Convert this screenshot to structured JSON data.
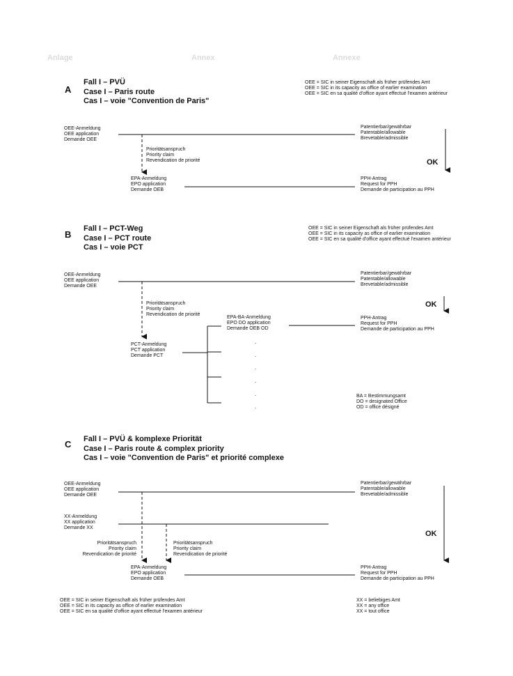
{
  "header": {
    "de": "Anlage",
    "en": "Annex",
    "fr": "Annexe"
  },
  "sectionA": {
    "letter": "A",
    "title": [
      "Fall I – PVÜ",
      "Case I – Paris route",
      "Cas I  – voie \"Convention de Paris\""
    ],
    "note": [
      "OEE = SIC in seiner Eigenschaft als früher prüfendes Amt",
      "OEE = SIC in its capacity as office of earlier examination",
      "OEE = SIC en sa qualité d'office ayant effectué l'examen antérieur"
    ],
    "oee_app": [
      "OEE-Anmeldung",
      "OEE application",
      "Demande OEE"
    ],
    "patentable": [
      "Patentierbar/gewährbar",
      "Patentable/allowable",
      "Brevetable/admissible"
    ],
    "priority": [
      "Prioritätsanspruch",
      "Priority claim",
      "Revendication de priorité"
    ],
    "epa_app": [
      "EPA-Anmeldung",
      "EPO application",
      "Demande OEB"
    ],
    "pph": [
      "PPH-Antrag",
      "Request for PPH",
      "Demande de participation au PPH"
    ],
    "ok": "OK"
  },
  "sectionB": {
    "letter": "B",
    "title": [
      "Fall I – PCT-Weg",
      "Case I – PCT route",
      "Cas I – voie PCT"
    ],
    "note": [
      "OEE = SIC in seiner Eigenschaft als früher prüfendes Amt",
      "OEE = SIC in its capacity as office of earlier examination",
      "OEE = SIC en sa qualité d'office ayant effectué l'examen antérieur"
    ],
    "oee_app": [
      "OEE-Anmeldung",
      "OEE application",
      "Demande OEE"
    ],
    "patentable": [
      "Patentierbar/gewährbar",
      "Patentable/allowable",
      "Brevetable/admissible"
    ],
    "priority": [
      "Prioritätsanspruch",
      "Priority claim",
      "Revendication de priorité"
    ],
    "epa_ba": [
      "EPA-BA-Anmeldung",
      "EPO DO application",
      "Demande OEB OD"
    ],
    "pph": [
      "PPH-Antrag",
      "Request for PPH",
      "Demande de participation au PPH"
    ],
    "pct_app": [
      "PCT-Anmeldung",
      "PCT application",
      "Demande PCT"
    ],
    "ok": "OK",
    "dots": [
      ".",
      ".",
      ".",
      ".",
      ".",
      "."
    ],
    "legend": [
      "BA  =  Bestimmungsamt",
      "DO  =  designated Office",
      "OD  =  office désigné"
    ]
  },
  "sectionC": {
    "letter": "C",
    "title": [
      "Fall I – PVÜ & komplexe Priorität",
      "Case I – Paris route & complex priority",
      "Cas I – voie \"Convention de Paris\" et priorité complexe"
    ],
    "oee_app": [
      "OEE-Anmeldung",
      "OEE application",
      "Demande OEE"
    ],
    "patentable": [
      "Patentierbar/gewährbar",
      "Patentable/allowable",
      "Brevetable/admissible"
    ],
    "xx_app": [
      "XX-Anmeldung",
      "XX application",
      "Demande XX"
    ],
    "priority_left": [
      "Prioritätsanspruch",
      "Priority claim",
      "Revendication de priorité"
    ],
    "priority_right": [
      "Prioritätsanspruch",
      "Priority claim",
      "Revendication de priorité"
    ],
    "epa_app": [
      "EPA-Anmeldung",
      "EPO application",
      "Demande OEB"
    ],
    "pph": [
      "PPH-Antrag",
      "Request for PPH",
      "Demande de participation au PPH"
    ],
    "ok": "OK",
    "note": [
      "OEE = SIC in seiner Eigenschaft als früher prüfendes Amt",
      "OEE = SIC in its capacity as office of earlier examination",
      "OEE = SIC en sa qualité d'office ayant effectué l'examen antérieur"
    ],
    "legend": [
      "XX  =  beliebiges Amt",
      "XX  =  any office",
      "XX  =  tout office"
    ]
  }
}
